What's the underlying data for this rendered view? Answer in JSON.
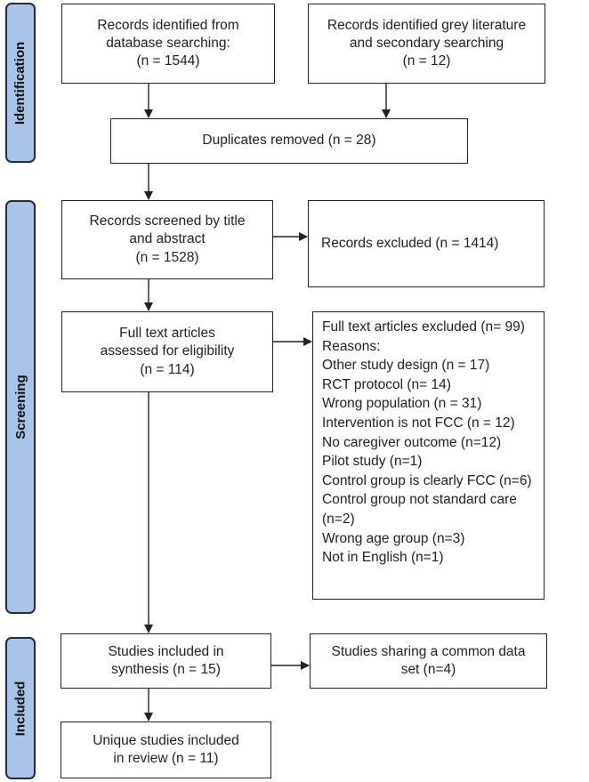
{
  "phases": {
    "identification": "Identification",
    "screening": "Screening",
    "included": "Included"
  },
  "boxes": {
    "db_search": [
      "Records identified from",
      "database searching:",
      "(n = 1544)"
    ],
    "grey_lit": [
      "Records identified grey literature",
      "and secondary searching",
      "(n = 12)"
    ],
    "duplicates": [
      "Duplicates removed (n = 28)"
    ],
    "screened": [
      "Records screened by title",
      "and abstract",
      "(n = 1528)"
    ],
    "excluded_records": [
      "Records excluded (n = 1414)"
    ],
    "full_text": [
      "Full text articles",
      "assessed for eligibility",
      "(n = 114)"
    ],
    "full_text_excluded": [
      "Full text articles excluded (n= 99)",
      "Reasons:",
      "Other study design (n = 17)",
      "RCT protocol (n= 14)",
      "Wrong population (n = 31)",
      "Intervention is not FCC (n = 12)",
      "No caregiver outcome (n=12)",
      "Pilot study (n=1)",
      "Control group is clearly FCC (n=6)",
      "Control group not standard care",
      "(n=2)",
      "Wrong age group (n=3)",
      "Not in English (n=1)"
    ],
    "synthesis": [
      "Studies included in",
      "synthesis (n = 15)"
    ],
    "common_data": [
      "Studies sharing a common data",
      "set (n=4)"
    ],
    "unique": [
      "Unique studies included",
      "in review (n = 11)"
    ]
  }
}
